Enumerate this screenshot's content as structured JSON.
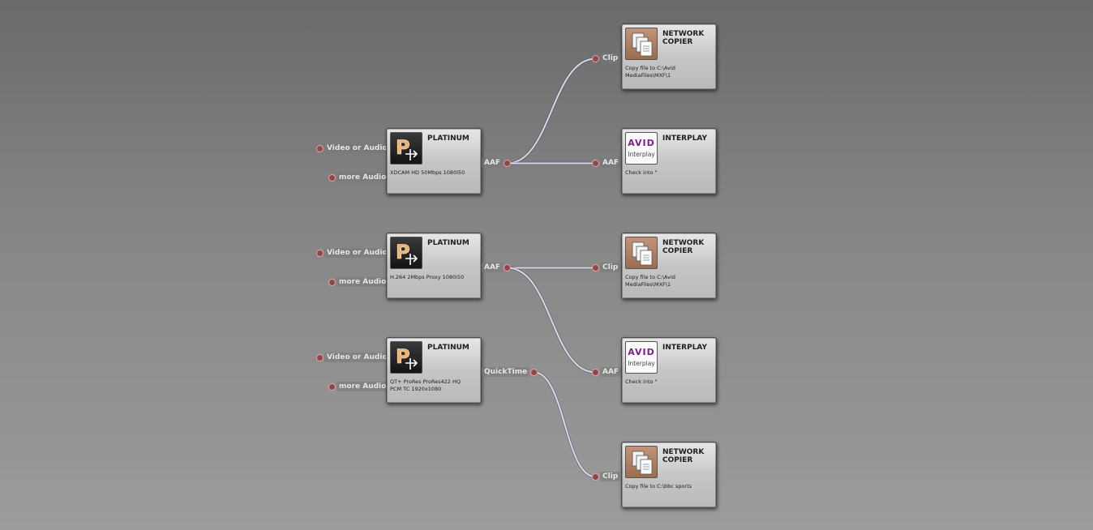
{
  "colors": {
    "background_top": "#6a6a6a",
    "background_bottom": "#9c9c9c",
    "wire": "#ddd8ea",
    "port_dot": "#8a4a4a",
    "port_ring": "#f0a0a0",
    "avid_purple": "#7b1f8a"
  },
  "platinum_nodes": [
    {
      "title": "PLATINUM",
      "icon": "platinum-icon",
      "description": "XDCAM HD 50Mbps 1080i50",
      "inputs": [
        "Video or Audio",
        "more Audio"
      ],
      "output": "AAF"
    },
    {
      "title": "PLATINUM",
      "icon": "platinum-icon",
      "description": "H.264 2Mbps Proxy 1080i50",
      "inputs": [
        "Video or Audio",
        "more Audio"
      ],
      "output": "AAF"
    },
    {
      "title": "PLATINUM",
      "icon": "platinum-icon",
      "description": "QT+ ProRes ProRes422 HQ\nPCM TC 1920x1080",
      "inputs": [
        "Video or Audio",
        "more Audio"
      ],
      "output": "QuickTime"
    }
  ],
  "destination_nodes": [
    {
      "title": "NETWORK\nCOPIER",
      "icon": "network-copier-icon",
      "description": "Copy file to C:\\Avid\nMediaFiles\\MXF\\1",
      "input": "Clip"
    },
    {
      "title": "INTERPLAY",
      "icon": "avid-interplay-icon",
      "description": "Check into \"",
      "input": "AAF",
      "logo_text": "AVID",
      "logo_subtext": "Interplay"
    },
    {
      "title": "NETWORK\nCOPIER",
      "icon": "network-copier-icon",
      "description": "Copy file to C:\\Avid\nMediaFiles\\MXF\\1",
      "input": "Clip"
    },
    {
      "title": "INTERPLAY",
      "icon": "avid-interplay-icon",
      "description": "Check into \"",
      "input": "AAF",
      "logo_text": "AVID",
      "logo_subtext": "Interplay"
    },
    {
      "title": "NETWORK\nCOPIER",
      "icon": "network-copier-icon",
      "description": "Copy file to C:\\bbc sports",
      "input": "Clip"
    }
  ],
  "connections": [
    {
      "from_node": 0,
      "to_node": 0
    },
    {
      "from_node": 0,
      "to_node": 1
    },
    {
      "from_node": 1,
      "to_node": 2
    },
    {
      "from_node": 1,
      "to_node": 3
    },
    {
      "from_node": 2,
      "to_node": 4
    }
  ]
}
